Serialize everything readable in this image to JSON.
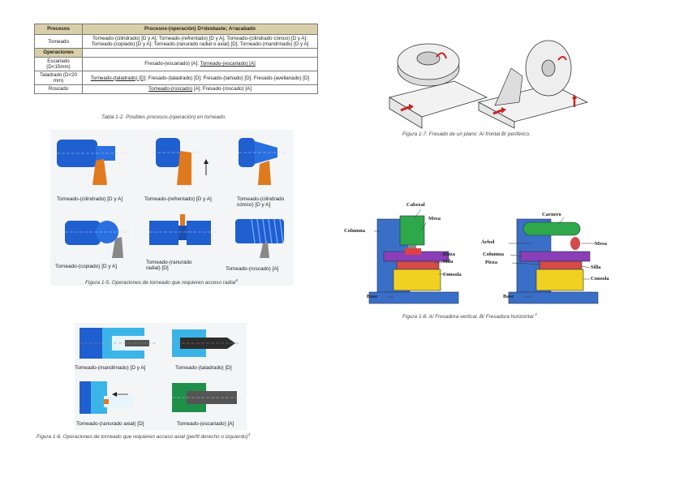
{
  "table": {
    "header": [
      "Procesos",
      "Procesos-(operación) D=desbaste; A=acabado"
    ],
    "rows": [
      {
        "proceso": "Torneado",
        "operacion": "Torneado-(cilindrado) [D y A]; Torneado-(refrentado) [D y A]; Torneado-(cilindrado cónico) [D y A]; Torneado-(copiado) [D y A]; Torneado-(ranurado radial o axial) [D]; Torneado-(mandrinado) [D y A]"
      }
    ],
    "section_label": "Operaciones",
    "op_rows": [
      {
        "proceso": "Escariado (D<15mm)",
        "op_plain": "Fresado-(escariado) [A]; ",
        "op_underlined": "Torneado-(escariado) [A]",
        "op_tail": ""
      },
      {
        "proceso": "Taladrado (D<20 mm)",
        "op_plain": "",
        "op_underlined": "Torneado-(taladrado) [D]",
        "op_tail": "; Fresado-(taladrado) [D]; Fresado-(lamado) [D]; Fresado-(avellanado) [D]"
      },
      {
        "proceso": "Roscado",
        "op_plain": "",
        "op_underlined": "Torneado-(roscado)",
        "op_tail": " [A]; Fresado-(roscado) [A]"
      }
    ]
  },
  "captions": {
    "table": "Tabla 1-2. Posibles procesos-(operación) en torneado.",
    "fig15": "Figura 1-5. Operaciones de torneado que requieren acceso radial",
    "fig15_sup": "3",
    "fig16": "Figura 1-6. Operaciones de torneado que requieren acceso axial (perfil derecho o izquierdo)",
    "fig16_sup": "3",
    "fig17": "Figura 1-7. Fresado de un plano: A/ frontal B/ periférico.",
    "fig18": "Figura 1-8. A/ Fresadora vertical. B/ Fresadora horizontal",
    "fig18_sup": "3"
  },
  "fig15_labels": [
    "Torneado-(cilindrado) [D y A]",
    "Torneado-(refrentado) [D y A]",
    "Torneado-(cilindrado cónico) [D y A]",
    "Torneado-(copiado) [D y A]",
    "Torneado-(ranurado radial) [D]",
    "Torneado-(roscado) [A]"
  ],
  "fig16_labels": [
    "Torneado-(mandrinado) [D y A]",
    "Torneado-(taladrado) [D]",
    "Torneado-(ranurado axial) [D]",
    "Torneado-(escariado) [A]"
  ],
  "mill_labels": {
    "cabezal": "Cabezal",
    "mesa": "Mesa",
    "columna": "Columna",
    "pieza": "Pieza",
    "silla": "Silla",
    "consola": "Consola",
    "base": "Base",
    "carnero": "Carnero",
    "arbol": "Árbol"
  },
  "colors": {
    "table_header": "#d9cfa8",
    "workpiece_blue": "#1f5fd0",
    "tool_orange": "#e07a1f",
    "arrow_red": "#cc2222"
  }
}
